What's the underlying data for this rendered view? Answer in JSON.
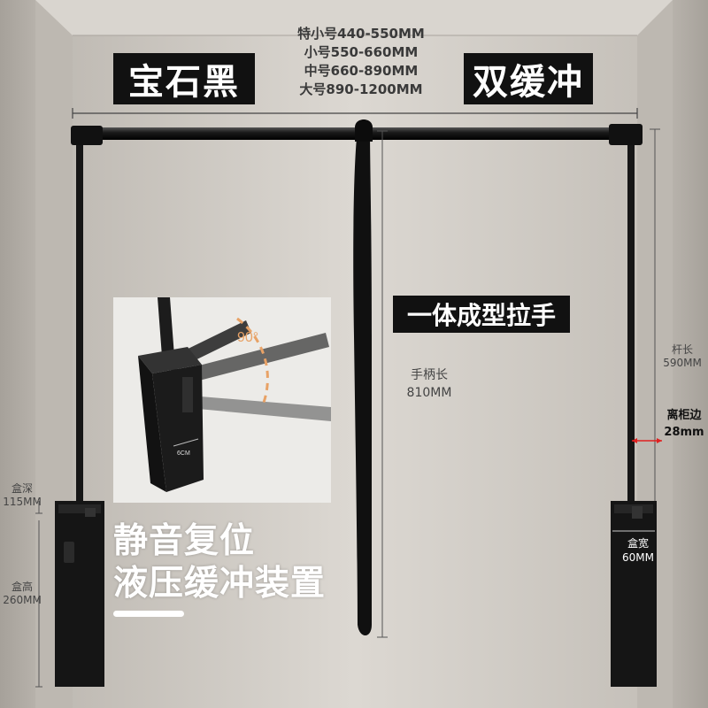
{
  "labels": {
    "color_name": "宝石黑",
    "buffer_type": "双缓冲",
    "integrated_handle": "一体成型拉手"
  },
  "sizes": [
    "特小号440-550MM",
    "小号550-660MM",
    "中号660-890MM",
    "大号890-1200MM"
  ],
  "dimensions": {
    "handle_length_label": "手柄长",
    "handle_length_value": "810MM",
    "rod_length_label": "杆长",
    "rod_length_value": "590MM",
    "cabinet_gap_label": "离柜边",
    "cabinet_gap_value": "28mm",
    "box_depth_label": "盒深",
    "box_depth_value": "115MM",
    "box_height_label": "盒高",
    "box_height_value": "260MM",
    "box_width_label": "盒宽",
    "box_width_value": "60MM"
  },
  "inset": {
    "angle_label": "90°",
    "width_label": "6CM"
  },
  "features": {
    "line1": "静音复位",
    "line2": "液压缓冲装置"
  },
  "colors": {
    "background": "#cfcac3",
    "product_black": "#141414",
    "angle_orange": "#e8a266",
    "gap_arrow": "#e02020"
  }
}
